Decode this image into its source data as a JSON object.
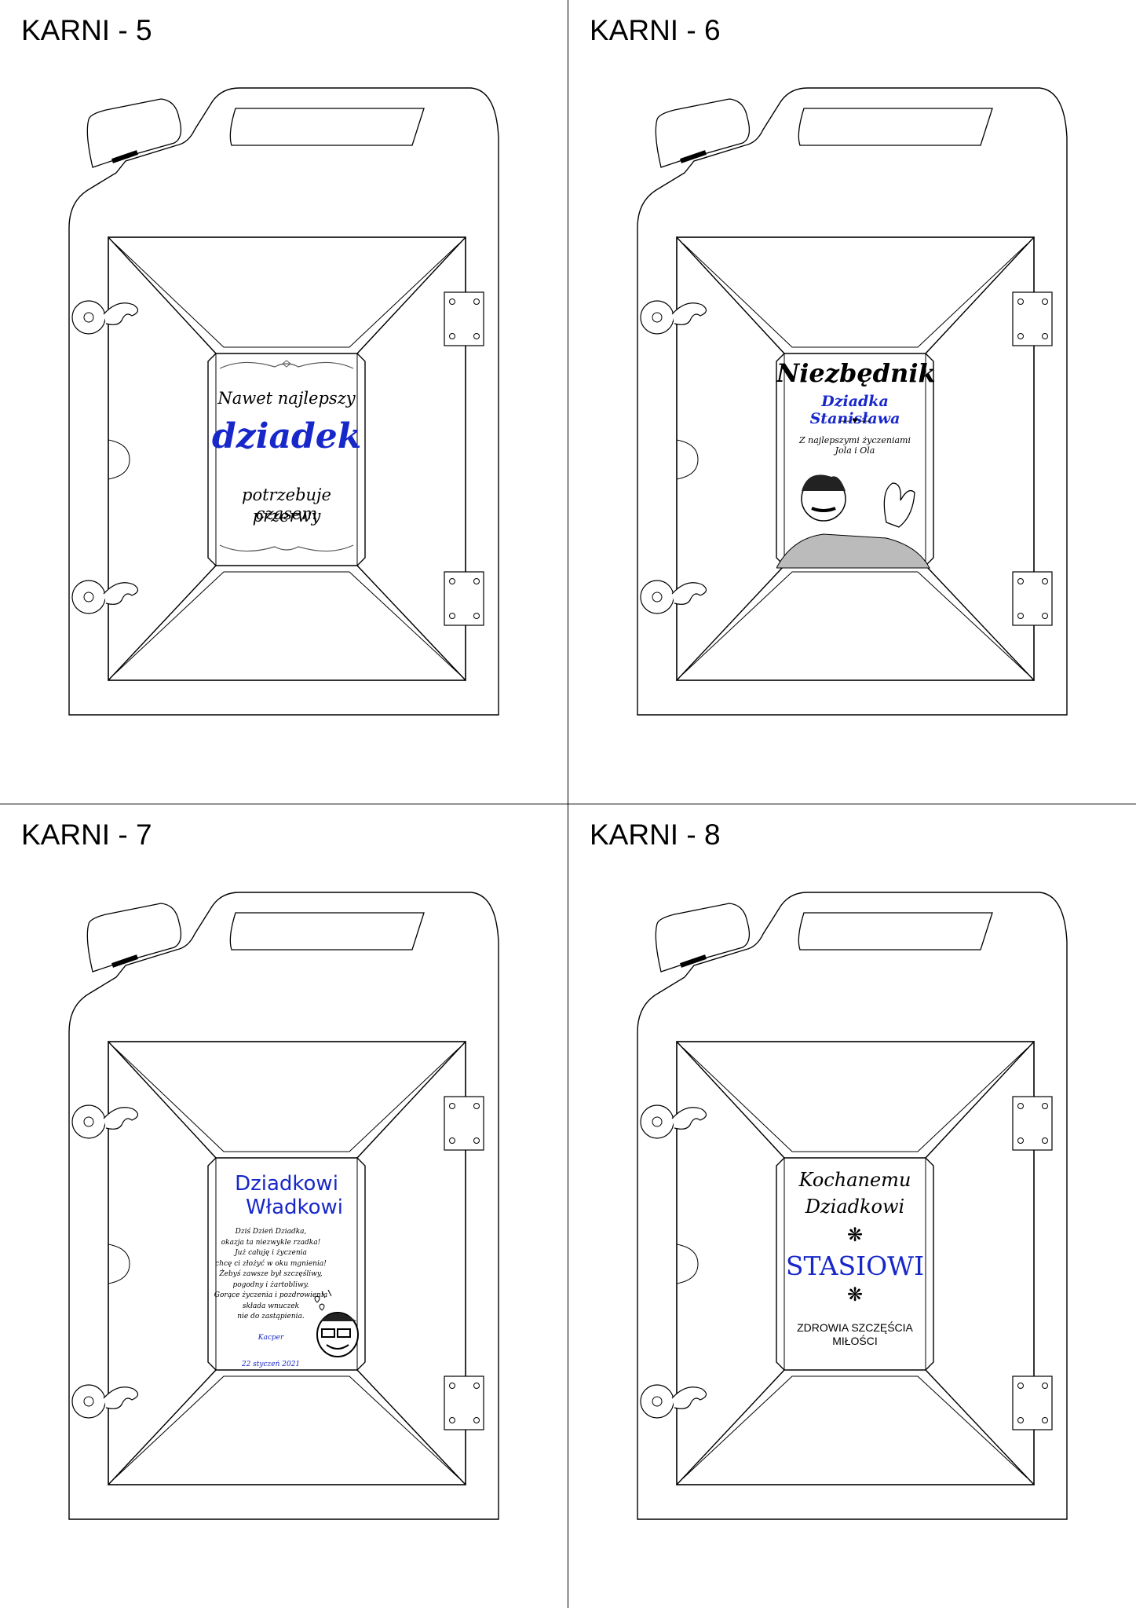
{
  "colors": {
    "accent_blue": "#1727c9",
    "line": "#000000",
    "background": "#ffffff"
  },
  "panels": [
    {
      "title": "KARNI - 5",
      "label": {
        "line1": "Nawet najlepszy",
        "line2": "dziadek",
        "line3": "potrzebuje czasem",
        "line4": "przerwy",
        "ornament_icon": "flourish-ornament-icon"
      }
    },
    {
      "title": "KARNI - 6",
      "label": {
        "line1": "Niezbędnik",
        "line2": "Dziadka Stanisława",
        "line3": "Z najlepszymi życzeniami",
        "line4": "Jola i Ola",
        "heart_icon": "heart-icon",
        "illustration": "grandfather-ok-gesture-illustration"
      }
    },
    {
      "title": "KARNI - 7",
      "label": {
        "line1": "Dziadkowi",
        "line2": "Władkowi",
        "poem": [
          "Dziś Dzień Dziadka,",
          "okazja ta niezwykle rzadka!",
          "Już całuję i życzenia",
          "chcę ci złożyć w oku mgnienia!",
          "Żebyś zawsze był szczęśliwy,",
          "pogodny i żartobliwy.",
          "Gorące życzenia i pozdrowienia",
          "składa wnuczek",
          "nie do zastąpienia."
        ],
        "signature": "Kacper",
        "date": "22 styczeń 2021",
        "illustration": "grandfather-cartoon-illustration"
      }
    },
    {
      "title": "KARNI - 8",
      "label": {
        "line1": "Kochanemu",
        "line2": "Dziadkowi",
        "line3": "STASIOWI",
        "line4": "ZDROWIA SZCZĘŚCIA",
        "line5": "MIŁOŚCI",
        "ornament_icon": "flower-ornament-icon"
      }
    }
  ]
}
